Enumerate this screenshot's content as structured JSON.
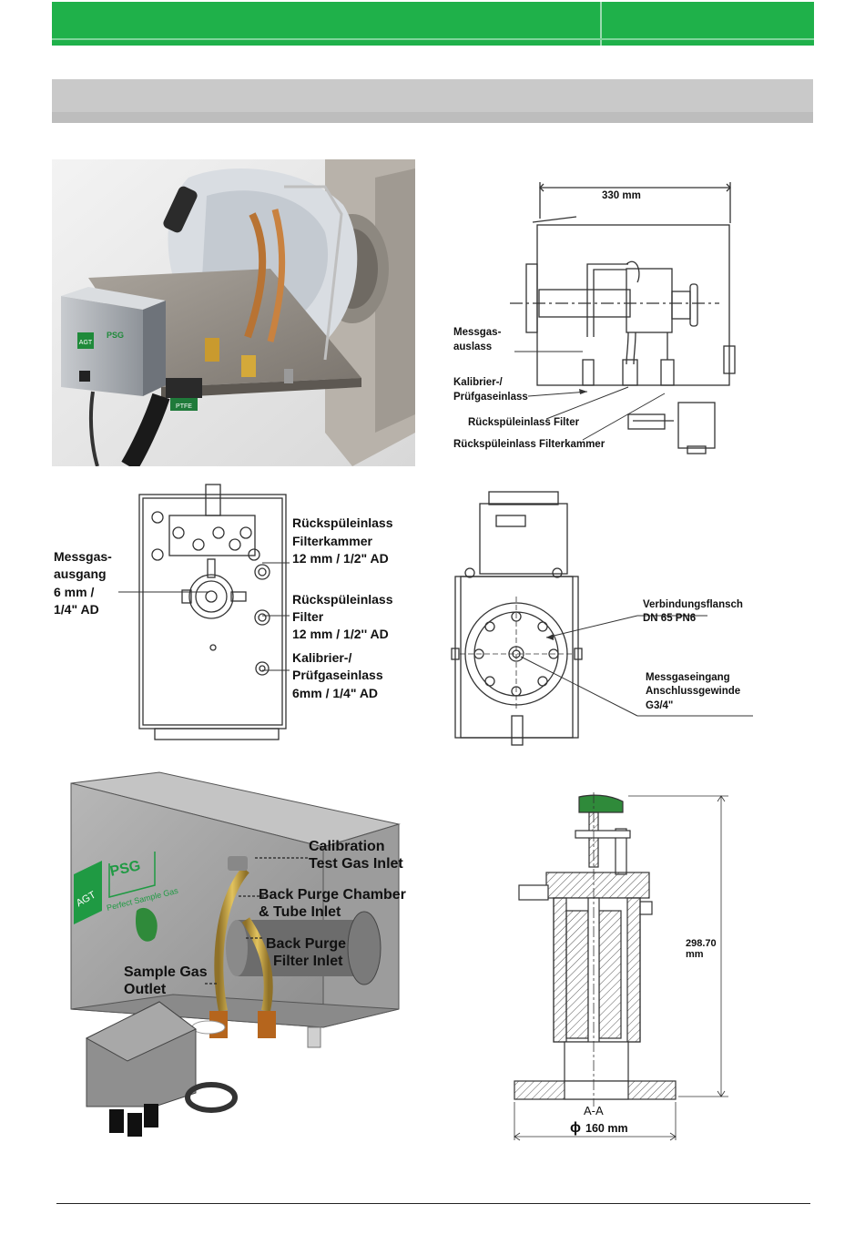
{
  "header": {
    "green_bar_color": "#1fb14a",
    "grey_bar_color": "#c9c9c9"
  },
  "figure_top_right": {
    "dimension": "330 mm",
    "labels": {
      "messgas_1": "Messgas-",
      "messgas_2": "auslass",
      "kalib_1": "Kalibrier-/",
      "kalib_2": "Prüfgaseinlass",
      "rs_filter": "Rückspüleinlass Filter",
      "rs_kammer": "Rückspüleinlass Filterkammer"
    }
  },
  "figure_photo": {
    "badge_brand": "PSG",
    "badge_logo": "AGT",
    "fitting_label": "PTFE"
  },
  "figure_mid_left": {
    "messgas": [
      "Messgas-",
      "ausgang",
      "6 mm /",
      "1/4\" AD"
    ],
    "rs_kammer": [
      "Rückspüleinlass",
      "Filterkammer",
      "12 mm / 1/2\" AD"
    ],
    "rs_filter": [
      "Rückspüleinlass",
      "Filter",
      "12 mm / 1/2'' AD"
    ],
    "kalib": [
      "Kalibrier-/",
      "Prüfgaseinlass",
      "6mm / 1/4\" AD"
    ]
  },
  "figure_mid_right": {
    "flansch": [
      "Verbindungsflansch",
      "DN 65 PN6"
    ],
    "eingang": [
      "Messgaseingang",
      "Anschlussgewinde",
      "G3/4\""
    ]
  },
  "figure_bottom_left": {
    "brand": "PSG",
    "logo": "AGT",
    "tagline": "Perfect Sample Gas",
    "calibration": [
      "Calibration",
      "Test Gas Inlet"
    ],
    "back_purge_chamber": [
      "Back Purge Chamber",
      "& Tube Inlet"
    ],
    "back_purge_filter": [
      "Back Purge",
      "Filter Inlet"
    ],
    "sample_outlet": [
      "Sample Gas",
      "Outlet"
    ]
  },
  "figure_bottom_right": {
    "height_value": "298.70",
    "height_unit": "mm",
    "section": "A-A",
    "diameter_symbol": "ϕ",
    "diameter": "160 mm"
  }
}
